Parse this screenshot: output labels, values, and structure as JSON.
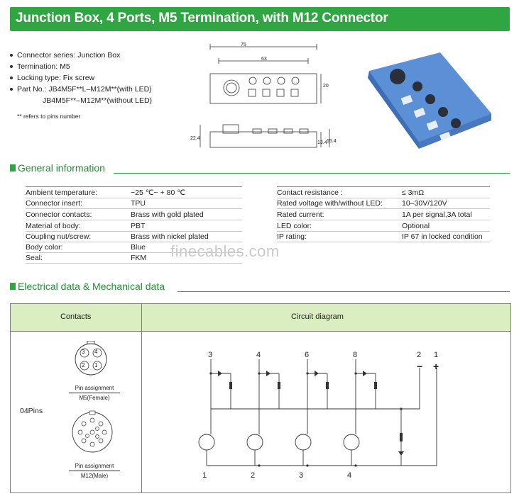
{
  "header": {
    "title": "Junction Box, 4 Ports, M5 Termination, with M12 Connector"
  },
  "specs": {
    "items": [
      "Connector series: Junction Box",
      "Termination: M5",
      "Locking type: Fix screw",
      "Part No.: JB4M5F**L–M12M**(with LED)"
    ],
    "part_no_alt": "JB4M5F**–M12M**(without LED)",
    "note": "** refers to pins number"
  },
  "drawing": {
    "dims": [
      "75",
      "63",
      "20",
      "22.4",
      "13.4",
      "15.4"
    ]
  },
  "general": {
    "title": "General information",
    "left": [
      {
        "label": "Ambient temperature:",
        "value": "−25 ℃~ + 80 ℃"
      },
      {
        "label": "Connector insert:",
        "value": "TPU"
      },
      {
        "label": "Connector contacts:",
        "value": "Brass with gold plated"
      },
      {
        "label": "Material of body:",
        "value": "PBT"
      },
      {
        "label": "Coupling nut/screw:",
        "value": "Brass with nickel plated"
      },
      {
        "label": "Body color:",
        "value": "Blue"
      },
      {
        "label": "Seal:",
        "value": "FKM"
      }
    ],
    "right": [
      {
        "label": "Contact resistance :",
        "value": "≤ 3mΩ"
      },
      {
        "label": "Rated voltage  with/without LED:",
        "value": "10–30V/120V"
      },
      {
        "label": "Rated current:",
        "value": "1A per signal,3A total"
      },
      {
        "label": "LED color:",
        "value": "Optional"
      },
      {
        "label": "IP rating:",
        "value": "IP 67 in locked condition"
      }
    ],
    "watermark": "finecables.com"
  },
  "electrical": {
    "title": "Electrical data & Mechanical data",
    "col_contacts": "Contacts",
    "col_circuit": "Circuit diagram",
    "row_label": "04Pins",
    "m5_pins": [
      "3",
      "4",
      "2",
      "1"
    ],
    "m5_caption_top": "Pin assignment",
    "m5_caption_bottom": "M5(Female)",
    "m12_caption_top": "Pin assignment",
    "m12_caption_bottom": "M12(Male)",
    "circuit_top_labels": [
      "3",
      "4",
      "6",
      "8",
      "2",
      "1"
    ],
    "circuit_signs": [
      "−",
      "+"
    ],
    "circuit_bottom_labels": [
      "1",
      "2",
      "3",
      "4"
    ]
  },
  "colors": {
    "accent": "#2fa642",
    "table_header": "#dbeec2",
    "box_blue": "#5b8fd6"
  }
}
